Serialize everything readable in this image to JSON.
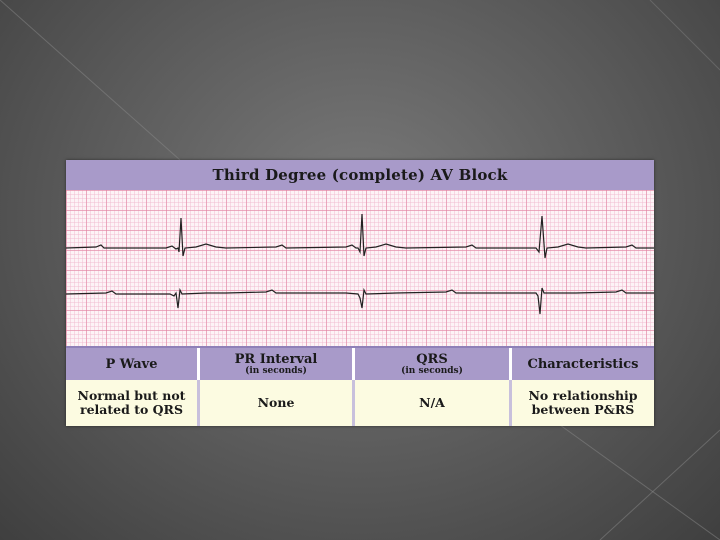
{
  "slide": {
    "title": "Third Degree (complete) AV Block"
  },
  "table": {
    "headers": [
      {
        "main": "P Wave",
        "sub": ""
      },
      {
        "main": "PR Interval",
        "sub": "(in seconds)"
      },
      {
        "main": "QRS",
        "sub": "(in seconds)"
      },
      {
        "main": "Characteristics",
        "sub": ""
      }
    ],
    "row": [
      "Normal but not\nrelated to QRS",
      "None",
      "N/A",
      "No relationship\nbetween P&RS"
    ]
  },
  "colors": {
    "header_bg": "#a89ac9",
    "body_bg": "#fcfbe1",
    "grid": "#e182a0",
    "trace": "#222222"
  }
}
